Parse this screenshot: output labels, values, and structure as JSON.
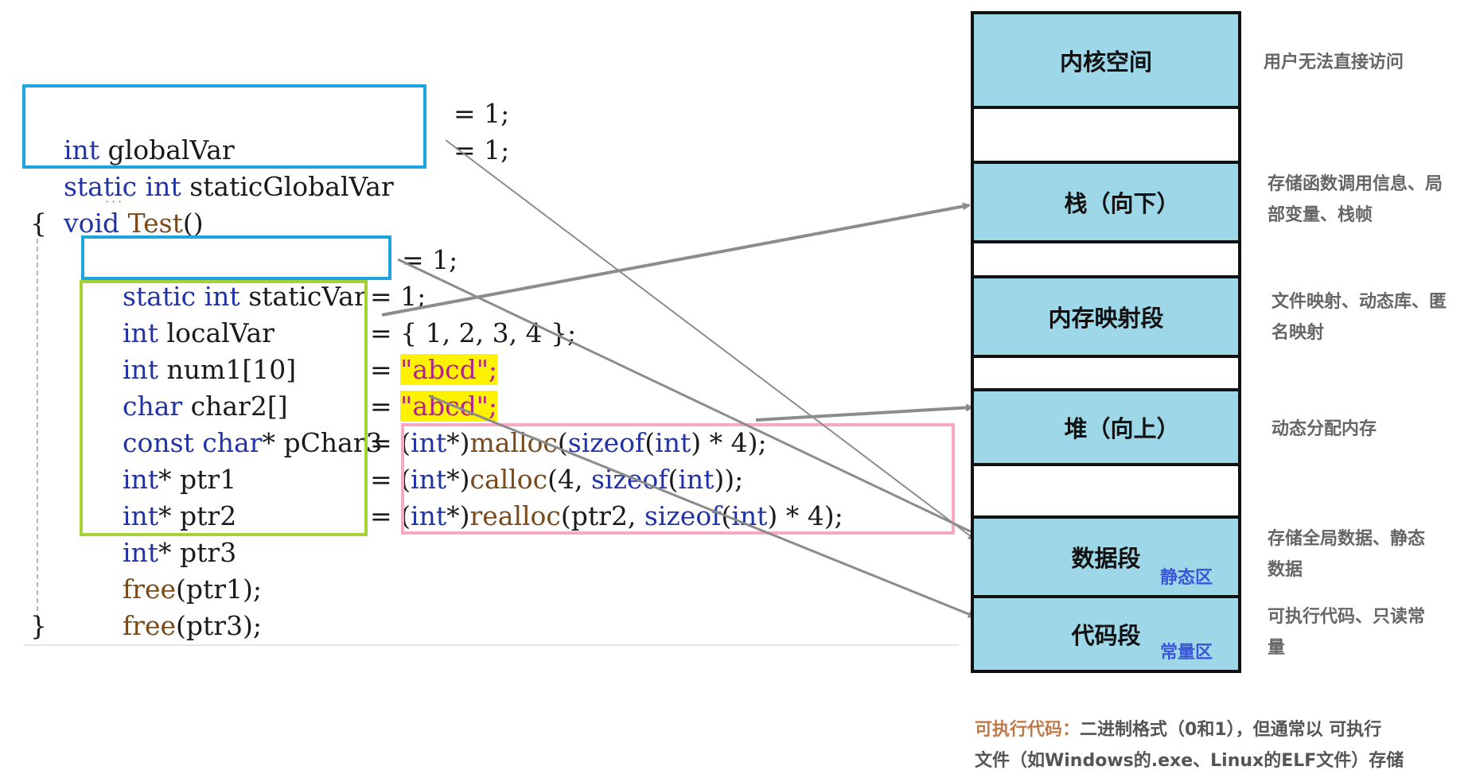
{
  "code": {
    "l1": {
      "kw": "int",
      "rest": " globalVar",
      "assign": "= 1;"
    },
    "l2": {
      "kw": "static int",
      "rest": " staticGlobalVar",
      "assign": "= 1;"
    },
    "l3": {
      "kw": "void",
      "fn": "Test",
      "rest": "()"
    },
    "l4": {
      "rest": "{"
    },
    "l5": {
      "kw": "static int",
      "rest": " staticVar",
      "assign": "= 1;"
    },
    "l6": {
      "kw": "int",
      "rest": " localVar",
      "assign": "= 1;"
    },
    "l7": {
      "kw": "int",
      "rest": " num1[10]",
      "assign": "= { 1, 2, 3, 4 };"
    },
    "l8": {
      "kw": "char",
      "rest": " char2[]",
      "eq": "= ",
      "str": "\"abcd\"",
      "end": ";"
    },
    "l9": {
      "kw": "const char",
      "rest": "* pChar3",
      "eq": "= ",
      "str": "\"abcd\"",
      "end": ";"
    },
    "l10": {
      "kw": "int",
      "rest": "* ptr1",
      "eq": "= ",
      "cast_open": "(",
      "cast_kw": "int",
      "cast_close": "*)",
      "fn": "malloc",
      "p1": "(",
      "a1": "sizeof",
      "p2": "(",
      "a2": "int",
      "p3": ") * 4);"
    },
    "l11": {
      "kw": "int",
      "rest": "* ptr2",
      "eq": "= ",
      "cast_open": "(",
      "cast_kw": "int",
      "cast_close": "*)",
      "fn": "calloc",
      "p1": "(4, ",
      "a1": "sizeof",
      "p2": "(",
      "a2": "int",
      "p3": "));"
    },
    "l12": {
      "kw": "int",
      "rest": "* ptr3",
      "eq": "= ",
      "cast_open": "(",
      "cast_kw": "int",
      "cast_close": "*)",
      "fn": "realloc",
      "p1": "(ptr2, ",
      "a1": "sizeof",
      "p2": "(",
      "a2": "int",
      "p3": ") * 4);"
    },
    "l13": {
      "fn": "free",
      "rest": "(ptr1);"
    },
    "l14": {
      "fn": "free",
      "rest": "(ptr3);"
    },
    "l15": {
      "rest": "}"
    }
  },
  "memory": {
    "kernel": "内核空间",
    "stack": "栈（向下）",
    "mmap": "内存映射段",
    "heap": "堆（向上）",
    "data": "数据段",
    "data_tag": "静态区",
    "code": "代码段",
    "code_tag": "常量区"
  },
  "notes": {
    "kernel_line1": "用户无法直接访问",
    "stack_line1": "存储函数调用信息、局",
    "stack_line2": "部变量、栈帧",
    "mmap_line1": "文件映射、动态库、匿",
    "mmap_line2": "名映射",
    "heap_line1": "动态分配内存",
    "data_line1": "存储全局数据、静态",
    "data_line2": "数据",
    "code_line1": "可执行代码、只读常",
    "code_line2": "量"
  },
  "bottom": {
    "lead": "可执行代码：",
    "line1": "二进制格式（0和1），但通常以 可执行",
    "line2": "文件（如Windows的.exe、Linux的ELF文件）存储"
  },
  "colors": {
    "segment_fill": "#9dd7e8",
    "frame_blue": "#1ea5df",
    "frame_green": "#a4d233",
    "frame_pink": "#f6a8c4",
    "string_highlight": "#fff200"
  }
}
